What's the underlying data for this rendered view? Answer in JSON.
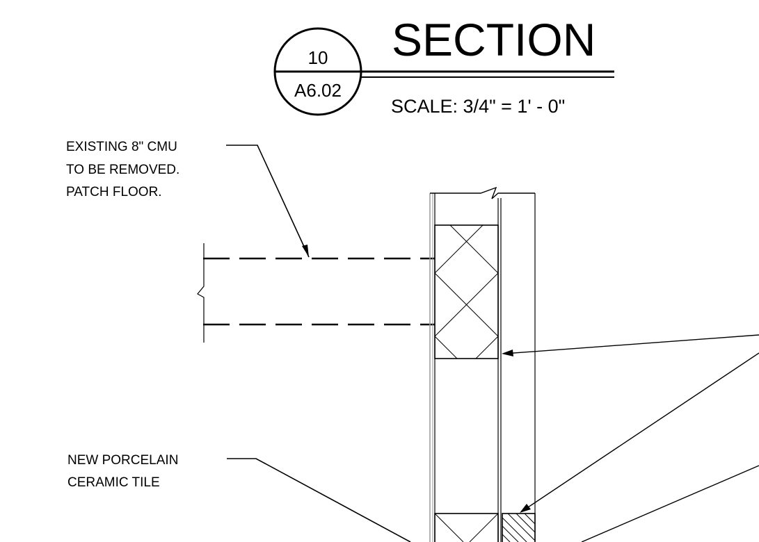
{
  "title": {
    "label": "SECTION",
    "scale": "SCALE: 3/4\" = 1' - 0\""
  },
  "bubble": {
    "detail_number": "10",
    "sheet_number": "A6.02"
  },
  "notes": {
    "cmu_line1": "EXISTING 8\" CMU",
    "cmu_line2": "TO BE REMOVED.",
    "cmu_line3": "PATCH FLOOR.",
    "tile_line1": "NEW PORCELAIN",
    "tile_line2": "CERAMIC TILE"
  }
}
